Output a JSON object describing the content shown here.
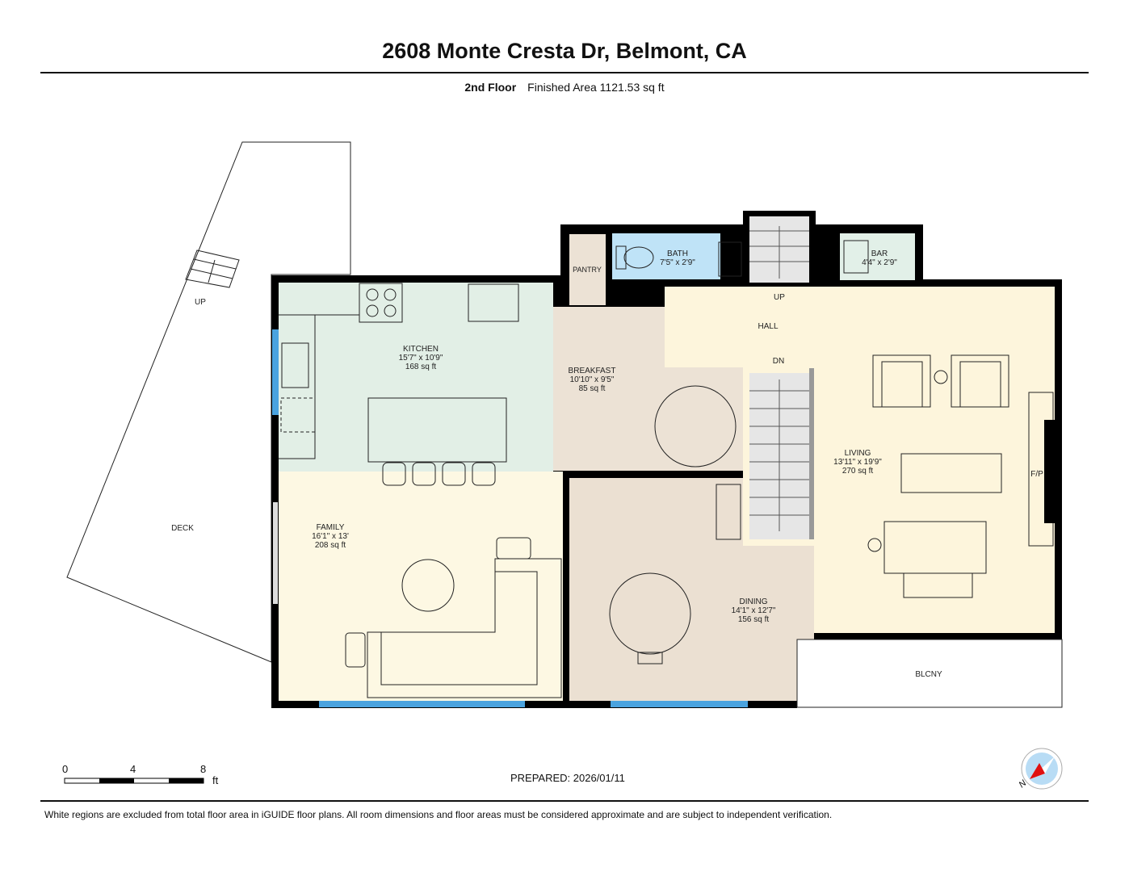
{
  "header": {
    "title": "2608 Monte Cresta Dr, Belmont, CA",
    "floor": "2nd Floor",
    "finished_area": "Finished Area 1121.53 sq ft"
  },
  "rooms": {
    "kitchen": {
      "name": "KITCHEN",
      "dims": "15'7\" x 10'9\"",
      "area": "168 sq ft",
      "color": "#e2efe6"
    },
    "breakfast": {
      "name": "BREAKFAST",
      "dims": "10'10\" x 9'5\"",
      "area": "85 sq ft",
      "color": "#ece2d5"
    },
    "family": {
      "name": "FAMILY",
      "dims": "16'1\" x 13'",
      "area": "208 sq ft",
      "color": "#fdf8e3"
    },
    "dining": {
      "name": "DINING",
      "dims": "14'1\" x 12'7\"",
      "area": "156 sq ft",
      "color": "#ebe0d2"
    },
    "living": {
      "name": "LIVING",
      "dims": "13'11\" x 19'9\"",
      "area": "270 sq ft",
      "color": "#fdf5dc"
    },
    "bath": {
      "name": "BATH",
      "dims": "7'5\" x 2'9\"",
      "color": "#bfe3f7"
    },
    "bar": {
      "name": "BAR",
      "dims": "4'4\" x 2'9\"",
      "color": "#e2f0e8"
    },
    "pantry": {
      "name": "PANTRY"
    },
    "hall": {
      "name": "HALL"
    },
    "deck": {
      "name": "DECK"
    },
    "balcony": {
      "name": "BLCNY"
    },
    "fireplace": {
      "name": "F/P"
    }
  },
  "stairs": {
    "up": "UP",
    "down": "DN",
    "deck_up": "UP"
  },
  "scale": {
    "ticks": [
      "0",
      "4",
      "8"
    ],
    "unit": "ft"
  },
  "prepared": "PREPARED: 2026/01/11",
  "disclaimer": "White regions are excluded from total floor area in iGUIDE floor plans. All room dimensions and floor areas must be considered approximate and are subject to independent verification.",
  "compass": {
    "icon": "compass-icon",
    "label": "N"
  },
  "colors": {
    "window": "#4aa3df",
    "wall": "#000000"
  }
}
